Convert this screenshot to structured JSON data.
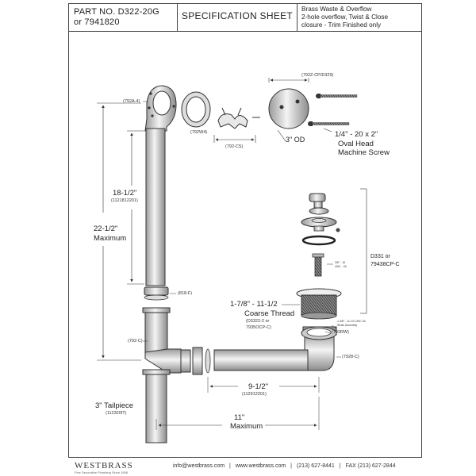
{
  "header": {
    "part_line1": "PART NO.  D322-20G",
    "part_line2": "or 7941820",
    "title": "SPECIFICATION SHEET",
    "desc_line1": "Brass Waste & Overflow",
    "desc_line2": "2-hole overflow, Twist & Close",
    "desc_line3": "closure - Trim Finished only"
  },
  "labels": {
    "p792a4": "(792A-4)",
    "p792w4": "(792W4)",
    "p792cs": "(792-CS)",
    "p792cp": "(792Z-CP/D329)",
    "od": "3\" OD",
    "screw_size": "1/4\" - 20 x 2\"",
    "screw_name_1": "Oval Head",
    "screw_name_2": "Machine Screw",
    "dim_18": "18-1/2\"",
    "dim_18_code": "(1121812201)",
    "dim_22": "22-1/2\"",
    "dim_22_sub": "Maximum",
    "p818f": "(818-F)",
    "p792c": "(792-C)",
    "d331_1": "D331 or",
    "d331_2": "79438CP-C",
    "thread_small_1": "3/8\" - 16",
    "thread_small_2": "UNC - 2A",
    "thread_big_1": "1-7/8\" - 11-1/2",
    "thread_big_2": "Coarse Thread",
    "thread_big_3": "(D3322-2 or",
    "thread_big_4": "7935OCP-C)",
    "assembly_1": "1-3/8\" - 11-1/2 UNC 2A",
    "assembly_2": "Strain Assembly",
    "p792rw": "(792RW)",
    "p7928c": "(7928-C)",
    "dim_9": "9-1/2\"",
    "dim_9_code": "(112912201)",
    "tail_1": "3\" Tailpiece",
    "tail_2": "(112320IT)",
    "dim_11": "11\"",
    "dim_11_sub": "Maximum"
  },
  "footer": {
    "logo": "WESTBRASS",
    "tagline": "Fine Decorative Plumbing Since 1958",
    "email": "info@westbrass.com",
    "web": "www.westbrass.com",
    "phone": "(213) 627-8441",
    "fax": "FAX (213) 627-2844",
    "sep": "|"
  }
}
